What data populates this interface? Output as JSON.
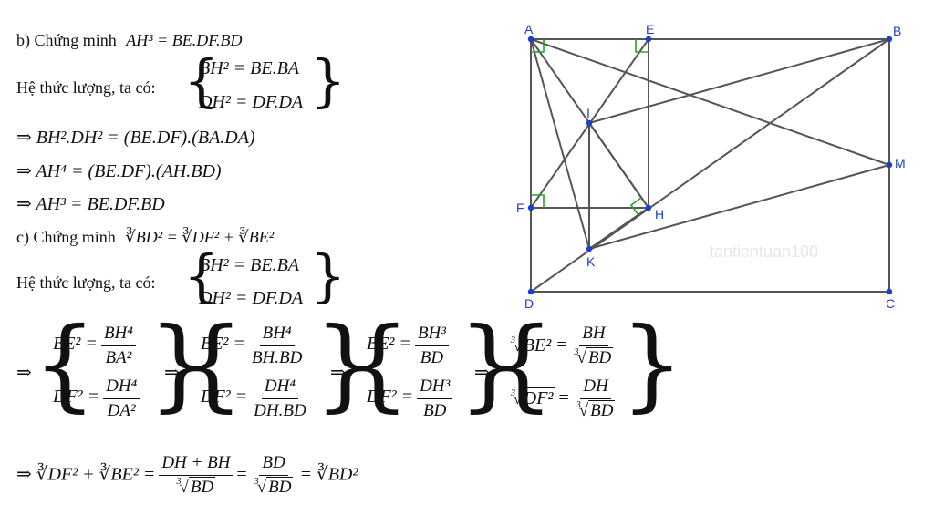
{
  "part_b": {
    "title": "b) Chứng minh",
    "goal": "AH³ = BE.DF.BD",
    "intro": "Hệ thức lượng, ta có:",
    "sys1": "BH² = BE.BA",
    "sys2": "DH² = DF.DA",
    "step1": "⇒ BH².DH² = (BE.DF).(BA.DA)",
    "step2": "⇒ AH⁴ = (BE.DF).(AH.BD)",
    "step3": "⇒ AH³ = BE.DF.BD"
  },
  "part_c": {
    "title": "c) Chứng minh",
    "goal": "∛BD² = ∛DF² + ∛BE²",
    "intro": "Hệ thức lượng, ta có:",
    "sys1": "BH² = BE.BA",
    "sys2": "DH² = DF.DA",
    "arrow": "⇒",
    "s1a_lhs": "BE² =",
    "s1a_num": "BH⁴",
    "s1a_den": "BA²",
    "s1b_lhs": "DF² =",
    "s1b_num": "DH⁴",
    "s1b_den": "DA²",
    "s2a_lhs": "BE² =",
    "s2a_num": "BH⁴",
    "s2a_den": "BH.BD",
    "s2b_lhs": "DF² =",
    "s2b_num": "DH⁴",
    "s2b_den": "DH.BD",
    "s3a_lhs": "BE² =",
    "s3a_num": "BH³",
    "s3a_den": "BD",
    "s3b_lhs": "DF² =",
    "s3b_num": "DH³",
    "s3b_den": "BD",
    "s4a_rad": "BE²",
    "s4a_num": "BH",
    "s4a_den": "BD",
    "s4b_rad": "DF²",
    "s4b_num": "DH",
    "s4b_den": "BD",
    "final_lhs": "⇒ ∛DF² + ∛BE² =",
    "final_f1_num": "DH + BH",
    "final_f1_den": "BD",
    "final_f2_num": "BD",
    "final_f2_den": "BD",
    "final_rhs": "∛BD²"
  },
  "figure": {
    "points": {
      "A": "A",
      "E": "E",
      "B": "B",
      "I": "I",
      "M": "M",
      "F": "F",
      "H": "H",
      "K": "K",
      "D": "D",
      "C": "C"
    },
    "watermark": "tantientuan100",
    "line_color": "#555555",
    "point_color": "#1a3fcf",
    "right_angle_color": "#2e9e2e"
  }
}
